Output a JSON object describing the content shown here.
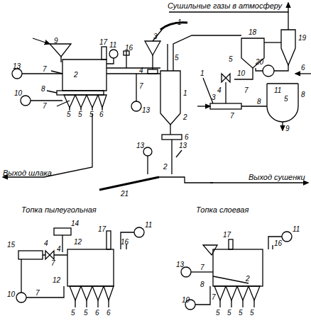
{
  "diagram": {
    "labels": [
      "Сушильные газы в атмосферу",
      "1",
      "3",
      "17",
      "16",
      "11",
      "9",
      "2",
      "13",
      "7",
      "7",
      "8",
      "10",
      "7",
      "13",
      "5",
      "5",
      "5",
      "6",
      "4",
      "5",
      "1",
      "2",
      "6",
      "13",
      "13",
      "2",
      "21",
      "Выход шлака",
      "Выход сушенки",
      "18",
      "19",
      "20",
      "6",
      "11",
      "5",
      "8",
      "8",
      "9",
      "7",
      "10",
      "4",
      "3",
      "7",
      "5",
      "1",
      "Топка пылеугольная",
      "14",
      "12",
      "4",
      "4",
      "15",
      "7",
      "17",
      "11",
      "16",
      "12",
      "7",
      "10",
      "5",
      "5",
      "6",
      "6",
      "Топка слоевая",
      "17",
      "11",
      "16",
      "13",
      "7",
      "8",
      "7",
      "2",
      "10",
      "5",
      "5",
      "5",
      "5"
    ]
  }
}
